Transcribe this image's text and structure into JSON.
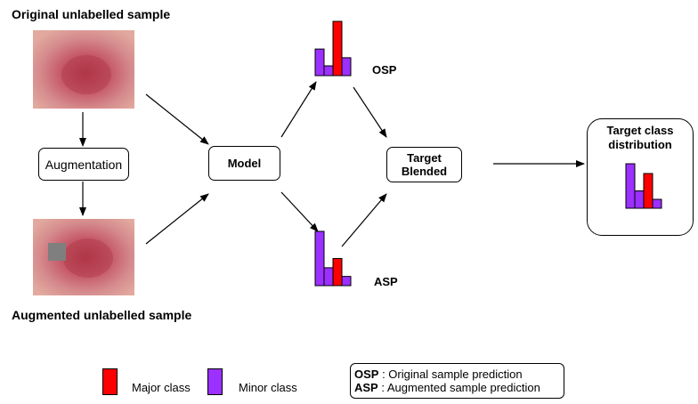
{
  "labels": {
    "original_sample": "Original unlabelled sample",
    "augmented_sample": "Augmented unlabelled sample",
    "augmentation": "Augmentation",
    "model": "Model",
    "osp": "OSP",
    "asp": "ASP",
    "target_blended_line1": "Target",
    "target_blended_line2": "Blended",
    "target_class_line1": "Target class",
    "target_class_line2": "distribution"
  },
  "legend": {
    "major": "Major class",
    "minor": "Minor class",
    "major_color": "#ff0000",
    "minor_color": "#9b30ff"
  },
  "key": {
    "osp_abbr": "OSP",
    "osp_text": " : Original sample prediction",
    "asp_abbr": "ASP",
    "asp_text": " : Augmented sample prediction"
  },
  "histograms": {
    "osp": [
      {
        "class": "minor",
        "value": 0.49
      },
      {
        "class": "minor",
        "value": 0.18
      },
      {
        "class": "major",
        "value": 1.0
      },
      {
        "class": "minor",
        "value": 0.33
      }
    ],
    "asp": [
      {
        "class": "minor",
        "value": 1.0
      },
      {
        "class": "minor",
        "value": 0.33
      },
      {
        "class": "major",
        "value": 0.5
      },
      {
        "class": "minor",
        "value": 0.17
      }
    ],
    "target": [
      {
        "class": "minor",
        "value": 1.0
      },
      {
        "class": "minor",
        "value": 0.39
      },
      {
        "class": "major",
        "value": 0.78
      },
      {
        "class": "minor",
        "value": 0.2
      }
    ]
  }
}
